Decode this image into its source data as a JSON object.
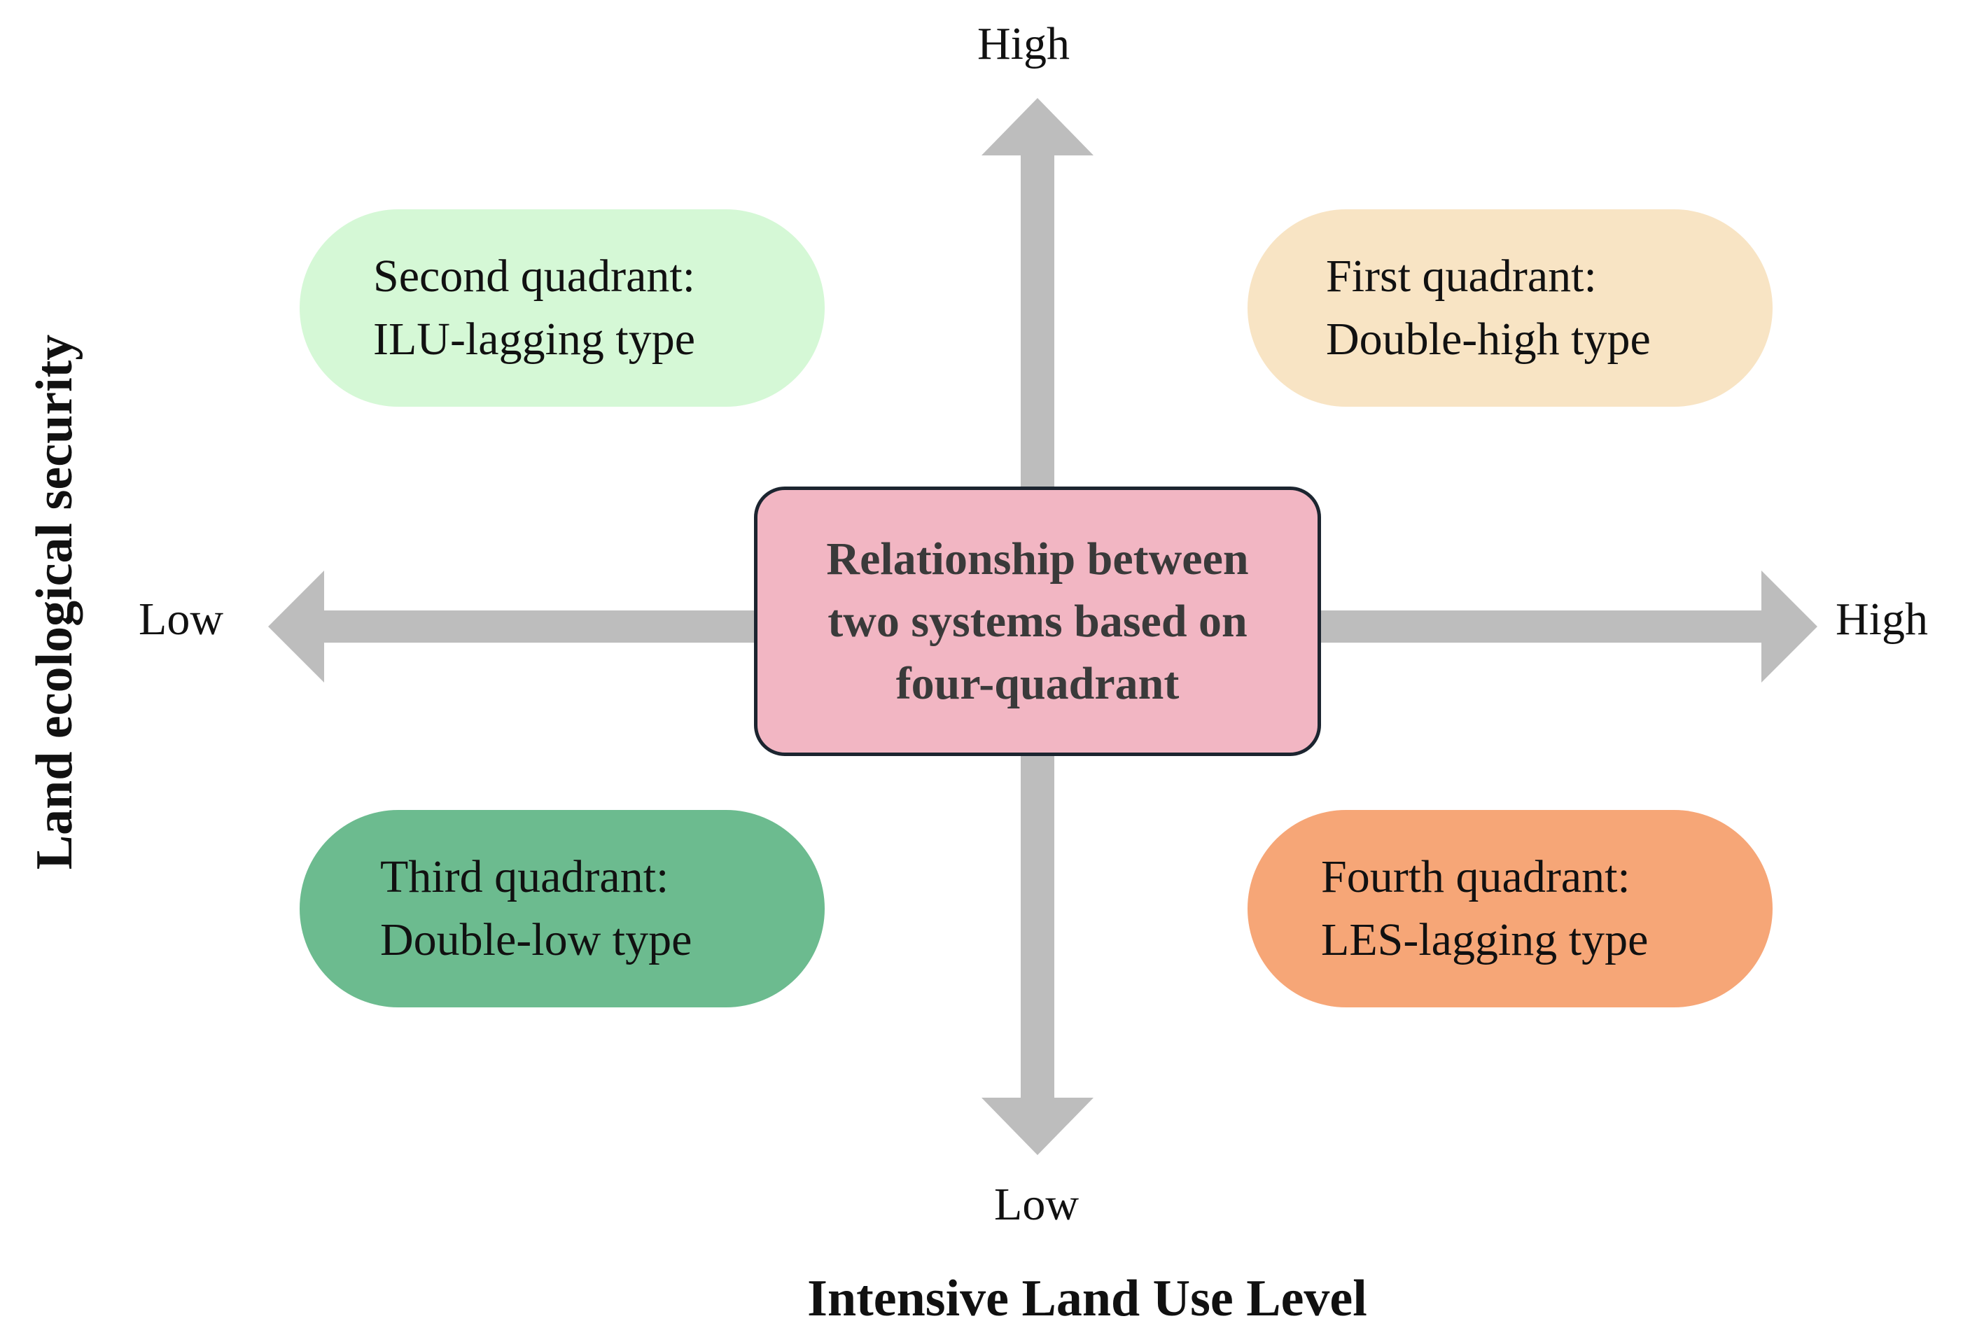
{
  "colors": {
    "arrow": "#bdbdbd",
    "center_box_fill": "#f2b6c3",
    "center_box_border": "#1c2530",
    "second_quadrant": "#d5f8d6",
    "first_quadrant": "#f8e4c4",
    "third_quadrant": "#6cbb8f",
    "fourth_quadrant": "#f6a677"
  },
  "axes": {
    "y_title": "Land ecological security",
    "x_title": "Intensive Land Use Level",
    "top_label": "High",
    "bottom_label": "Low",
    "left_label": "Low",
    "right_label": "High"
  },
  "center": {
    "lines": [
      "Relationship between",
      "two systems based on",
      "four-quadrant"
    ]
  },
  "quadrants": {
    "second": {
      "title": "Second quadrant:",
      "type": "ILU-lagging type"
    },
    "first": {
      "title": "First quadrant:",
      "type": "Double-high type"
    },
    "third": {
      "title": "Third quadrant:",
      "type": "Double-low type"
    },
    "fourth": {
      "title": "Fourth quadrant:",
      "type": "LES-lagging type"
    }
  }
}
